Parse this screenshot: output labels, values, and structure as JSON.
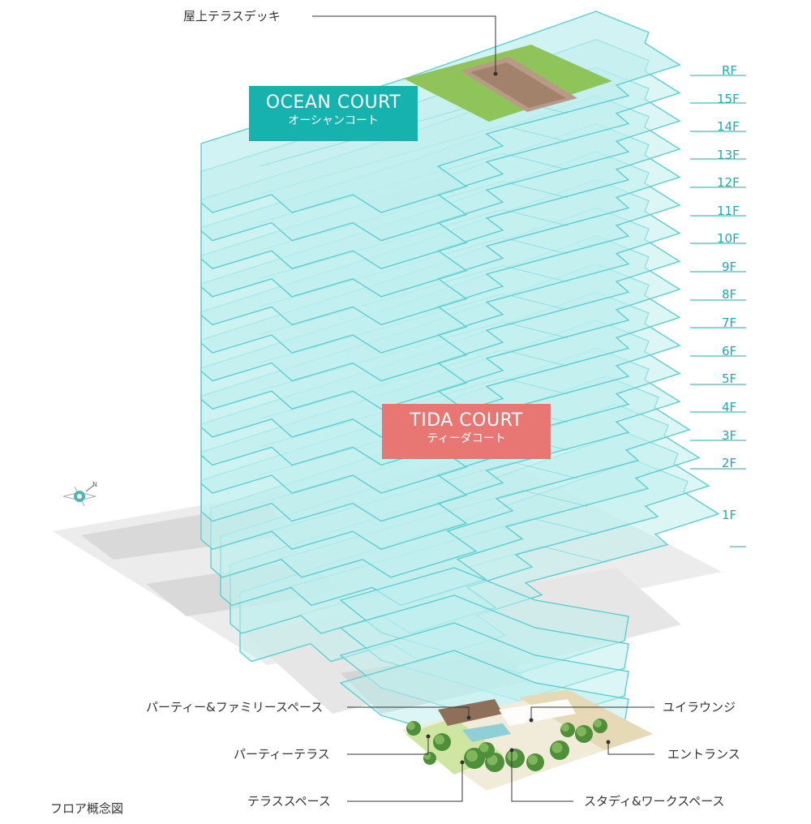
{
  "colors": {
    "floor_fill": "#bfeeee",
    "floor_stroke": "#5ccfcf",
    "accent": "#1aaeb0",
    "ocean_badge": "#16b2ae",
    "tida_badge": "#e87773",
    "grass": "#8cc152",
    "deck": "#b89b86",
    "ground": "#ececec",
    "ground_dark": "#d6d6d6",
    "leader_line": "#333333"
  },
  "floors": [
    "RF",
    "15F",
    "14F",
    "13F",
    "12F",
    "11F",
    "10F",
    "9F",
    "8F",
    "7F",
    "6F",
    "5F",
    "4F",
    "3F",
    "2F",
    "1F"
  ],
  "courts": {
    "ocean": {
      "name": "OCEAN COURT",
      "kana": "オーシャンコート"
    },
    "tida": {
      "name": "TIDA COURT",
      "kana": "ティーダコート"
    }
  },
  "callouts": {
    "rooftop_deck": "屋上テラスデッキ",
    "party_family_space": "パーティー&ファミリースペース",
    "party_terrace": "パーティーテラス",
    "terrace_space": "テラススペース",
    "yui_lounge": "ユイラウンジ",
    "entrance": "エントランス",
    "study_work_space": "スタディ&ワークスペース"
  },
  "compass_icon": "compass-rose-icon",
  "caption": "フロア概念図"
}
